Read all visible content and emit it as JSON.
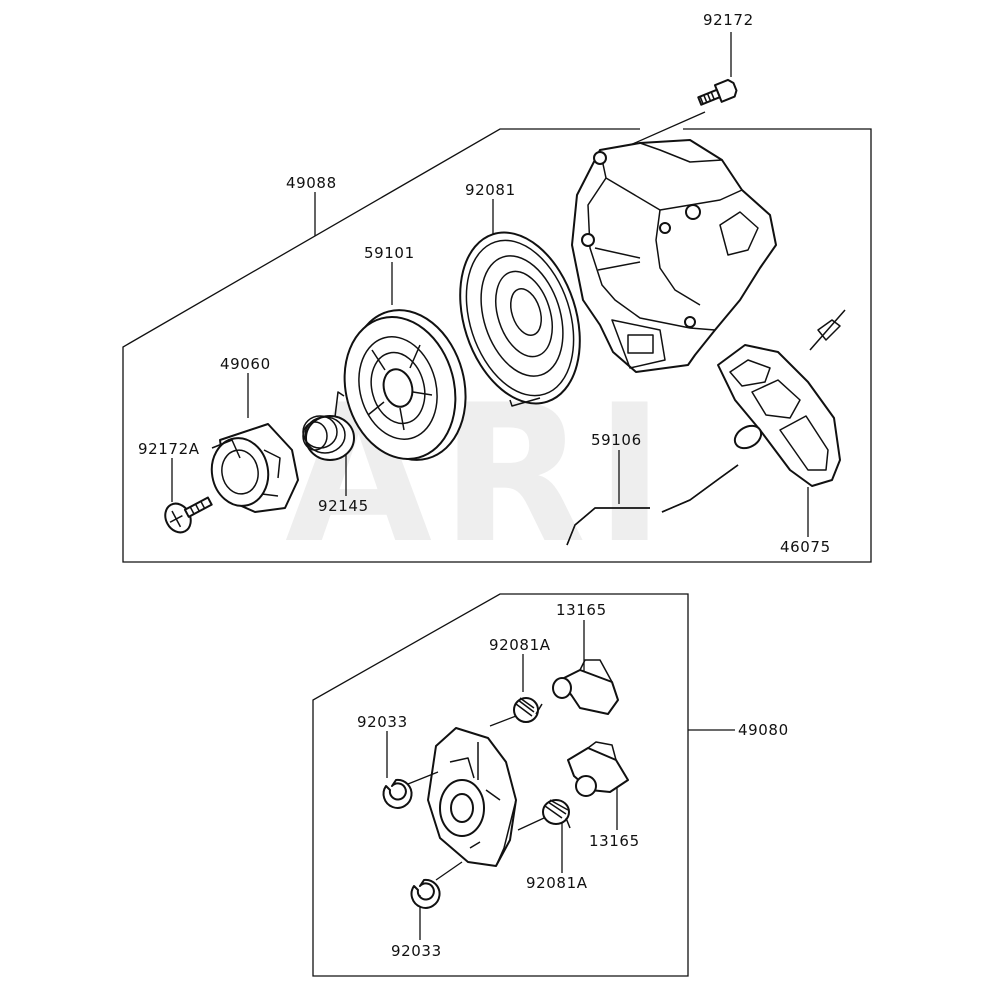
{
  "watermark": "ARI",
  "colors": {
    "line": "#111111",
    "watermark": "#eeeeee",
    "background": "#ffffff"
  },
  "labels": {
    "p92172": "92172",
    "p49088": "49088",
    "p92081": "92081",
    "p59101": "59101",
    "p49060": "49060",
    "p92172A": "92172A",
    "p92145": "92145",
    "p59106": "59106",
    "p46075": "46075",
    "p13165_top": "13165",
    "p92081A_top": "92081A",
    "p92033_top": "92033",
    "p49080": "49080",
    "p13165_bottom": "13165",
    "p92081A_bottom": "92081A",
    "p92033_bottom": "92033"
  }
}
